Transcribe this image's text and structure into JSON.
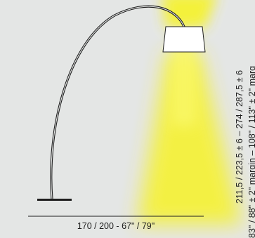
{
  "dimensions": {
    "width_label": "170 / 200 - 67\" / 79\"",
    "height_label_primary": "211,5 / 223,5 ± 6 – 274 / 287,5 ± 6",
    "height_label_secondary": "83\" / 88\" ± 2\" margin – 108\" / 113\" ± 2\" marg"
  },
  "colors": {
    "background": "#e4e6e5",
    "light_beam": "#f5f233",
    "lamp_outline": "#1e1e1e",
    "lamp_shade_fill": "#ffffff"
  }
}
